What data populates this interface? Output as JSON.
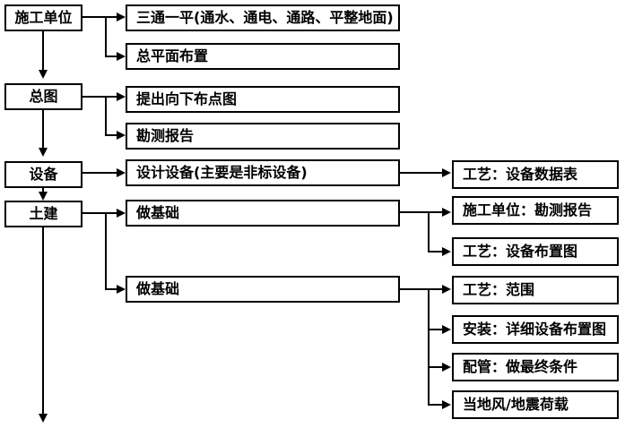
{
  "diagram": {
    "background_color": "#ffffff",
    "line_color": "#000000",
    "left_column": [
      {
        "label": "施工单位"
      },
      {
        "label": "总图"
      },
      {
        "label": "设备"
      },
      {
        "label": "土建"
      }
    ],
    "middle_column": [
      {
        "label": "三通一平(通水、通电、通路、平整地面)"
      },
      {
        "label": "总平面布置"
      },
      {
        "label": "提出向下布点图"
      },
      {
        "label": "勘测报告"
      },
      {
        "label": "设计设备(主要是非标设备)"
      },
      {
        "label": "做基础"
      },
      {
        "label": "做基础"
      }
    ],
    "right_column": [
      {
        "label": "工艺：设备数据表"
      },
      {
        "label": "施工单位：勘测报告"
      },
      {
        "label": "工艺：设备布置图"
      },
      {
        "label": "工艺：范围"
      },
      {
        "label": "安装：详细设备布置图"
      },
      {
        "label": "配管：做最终条件"
      },
      {
        "label": "当地风/地震荷载"
      }
    ]
  }
}
